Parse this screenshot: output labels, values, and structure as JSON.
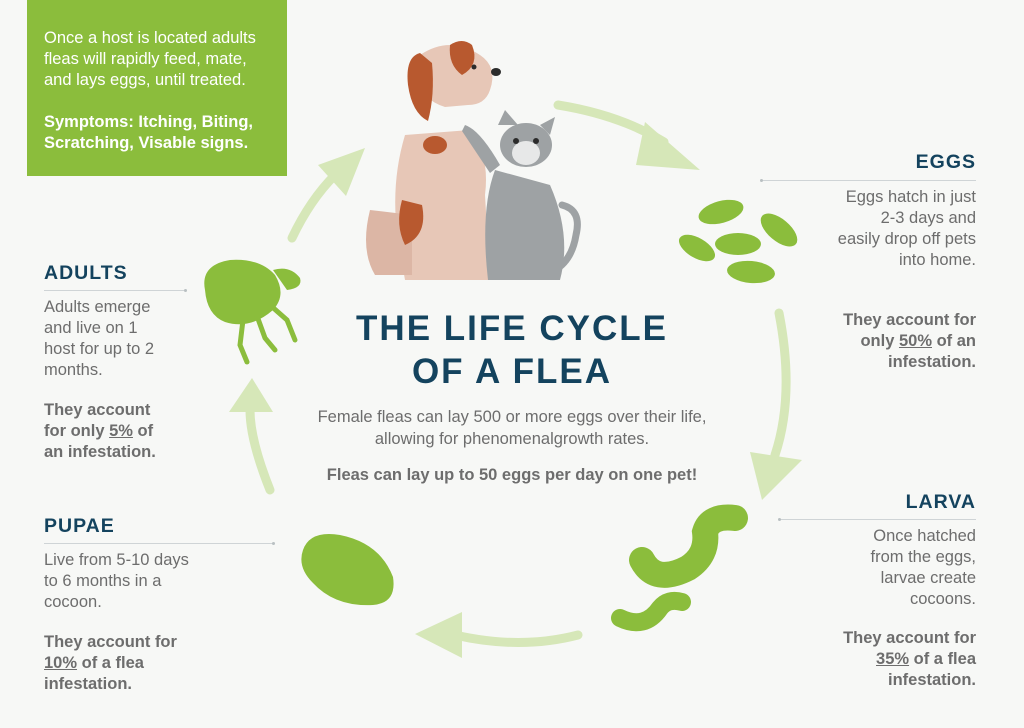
{
  "callout": {
    "text": "Once a host is located adults fleas will rapidly feed, mate, and lays eggs, until treated.",
    "symptoms": "Symptoms: Itching, Biting, Scratching, Visable signs."
  },
  "title": {
    "line1": "THE LIFE CYCLE",
    "line2": "OF A FLEA"
  },
  "intro": "Female fleas can lay 500 or more eggs over their life, allowing for phenomenalgrowth rates.",
  "highlight": "Fleas can lay up to 50 eggs per day on one pet!",
  "stages": {
    "eggs": {
      "title": "EGGS",
      "description": "Eggs hatch in just 2-3 days and easily drop off pets into home.",
      "stat_before": "They account for only ",
      "stat_value": "50%",
      "stat_after": " of an infestation."
    },
    "larva": {
      "title": "LARVA",
      "description": "Once hatched from the eggs, larvae create cocoons.",
      "stat_before": "They account for ",
      "stat_value": "35%",
      "stat_after": " of a flea infestation."
    },
    "pupae": {
      "title": "PUPAE",
      "description": "Live from 5-10 days to 6 months in a cocoon.",
      "stat_before": "They account for ",
      "stat_value": "10%",
      "stat_after": " of a flea infestation."
    },
    "adults": {
      "title": "ADULTS",
      "description": "Adults emerge and live on 1 host for up to 2 months.",
      "stat_before": "They account for only ",
      "stat_value": "5%",
      "stat_after": " of an infestation."
    }
  },
  "colors": {
    "accent_green": "#8bbd3c",
    "arrow_green": "#d6e7b8",
    "heading_navy": "#14435e",
    "body_gray": "#6d6d6d"
  }
}
